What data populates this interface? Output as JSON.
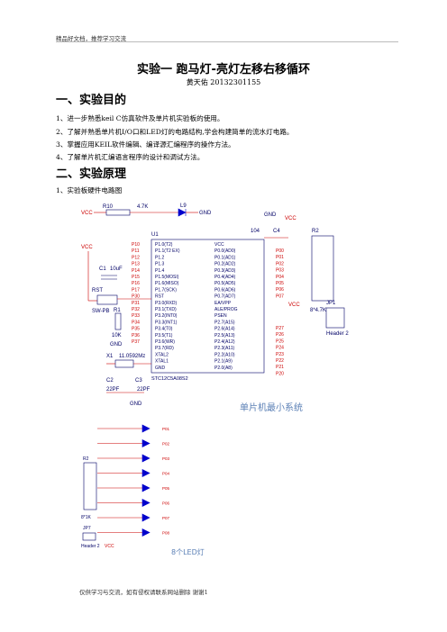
{
  "header": {
    "left": "精品好文档，推荐学习交流"
  },
  "title": "实验一 跑马灯-亮灯左移右移循环",
  "author": "黄天佑 20132301155",
  "sections": [
    {
      "heading": "一、实验目的",
      "items": [
        "1、进一步熟悉keil C仿真软件及单片机实验板的使用。",
        "2、了解并熟悉单片机I/O口和LED灯的电路结构,学会构建简单的流水灯电路。",
        "3、掌握应用KEIL软件编辑、编译源汇编程序的操作方法。",
        "4、了解单片机汇编语言程序的设计和调试方法。"
      ]
    },
    {
      "heading": "二、实验原理",
      "items": [
        "1、实验板硬件电路图"
      ]
    }
  ],
  "schematic": {
    "mcu_label": "U1",
    "mcu_part": "STC12C5A08S2",
    "left_ports": [
      "P10",
      "P11",
      "P12",
      "P13",
      "P14",
      "P15",
      "P16",
      "P17",
      "P30",
      "P31",
      "P32",
      "P33",
      "P34",
      "P35",
      "P36",
      "P37"
    ],
    "left_pins": [
      "P1.0(T2)",
      "P1.1(T2 EX)",
      "P1.2",
      "P1.3",
      "P1.4",
      "P1.5(MOSI)",
      "P1.6(MISO)",
      "P1.7(SCK)",
      "RST",
      "P3.0(RXD)",
      "P3.1(TXD)",
      "P3.2(INT0)",
      "P3.3(INT1)",
      "P3.4(T0)",
      "P3.5(T1)",
      "P3.6(WR)",
      "P3.7(RD)",
      "XTAL2",
      "XTAL1",
      "GND"
    ],
    "right_pins": [
      "VCC",
      "P0.0(AD0)",
      "P0.1(AD1)",
      "P0.2(AD2)",
      "P0.3(AD3)",
      "P0.4(AD4)",
      "P0.5(AD5)",
      "P0.6(AD6)",
      "P0.7(AD7)",
      "EA/VPP",
      "ALE/PROG",
      "PSEN",
      "P2.7(A15)",
      "P2.6(A14)",
      "P2.5(A13)",
      "P2.4(A12)",
      "P2.3(A11)",
      "P2.2(A10)",
      "P2.1(A9)",
      "P2.0(A8)"
    ],
    "right_ports": [
      "P00",
      "P01",
      "P02",
      "P03",
      "P04",
      "P05",
      "P06",
      "P07",
      "P27",
      "P26",
      "P25",
      "P24",
      "P23",
      "P22",
      "P21",
      "P20"
    ],
    "labels": {
      "r10": "R10",
      "r10_val": "4.7K",
      "l9": "L9",
      "vcc": "VCC",
      "gnd": "GND",
      "c4": "C4",
      "c4_val": "104",
      "r2": "R2",
      "r2_val": "8*4.7K",
      "c1": "C1",
      "c1_val": "10uF",
      "rst": "RST",
      "sw": "SW-PB",
      "r1": "R1",
      "r1_val": "10K",
      "x1": "X1",
      "x1_val": "11.0592Mz",
      "c2": "C2",
      "c3": "C3",
      "cap_val": "22PF",
      "jp1": "JP1",
      "jp1_name": "Header 2",
      "jp7": "JP7"
    },
    "caption_main": "单片机最小系统",
    "leds": [
      "P01",
      "P02",
      "P03",
      "P04",
      "P05",
      "P06",
      "P07",
      "P08"
    ],
    "caption_led": "8个LED灯",
    "res8": "8*1K"
  },
  "footer": {
    "text": "仅供学习与交流，如有侵权请联系网站删除 谢谢",
    "page": "1"
  }
}
